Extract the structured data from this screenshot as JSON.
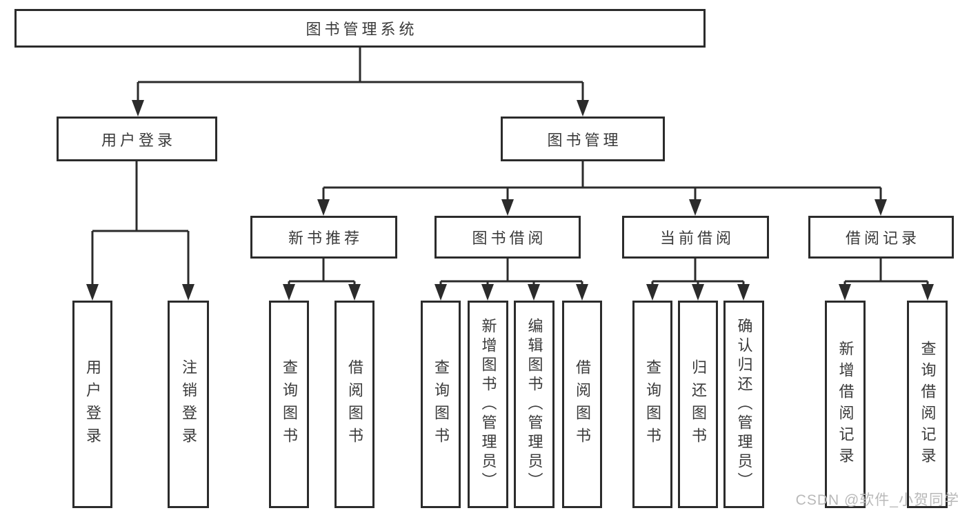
{
  "diagram": {
    "title": "图书管理系统",
    "level2": {
      "user_login": "用户登录",
      "book_management": "图书管理"
    },
    "user_login_children": {
      "login": "用户登录",
      "logout": "注销登录"
    },
    "book_management_children": {
      "new_book_recommend": "新书推荐",
      "book_borrow": "图书借阅",
      "current_borrow": "当前借阅",
      "borrow_records": "借阅记录"
    },
    "new_book_recommend_children": {
      "query_books": "查询图书",
      "borrow_books": "借阅图书"
    },
    "book_borrow_children": {
      "query_books": "查询图书",
      "add_books_admin": "新增图书（管理员）",
      "edit_books_admin": "编辑图书（管理员）",
      "borrow_books": "借阅图书"
    },
    "current_borrow_children": {
      "query_books": "查询图书",
      "return_books": "归还图书",
      "confirm_return_admin": "确认归还（管理员）"
    },
    "borrow_records_children": {
      "add_borrow_record": "新增借阅记录",
      "query_borrow_record": "查询借阅记录"
    }
  },
  "watermark": {
    "text": "CSDN @软件_小贺同学"
  },
  "colors": {
    "line": "#2b2b2b",
    "text": "#3a3a3a",
    "watermark": "#b9b9b9",
    "background": "#ffffff"
  }
}
